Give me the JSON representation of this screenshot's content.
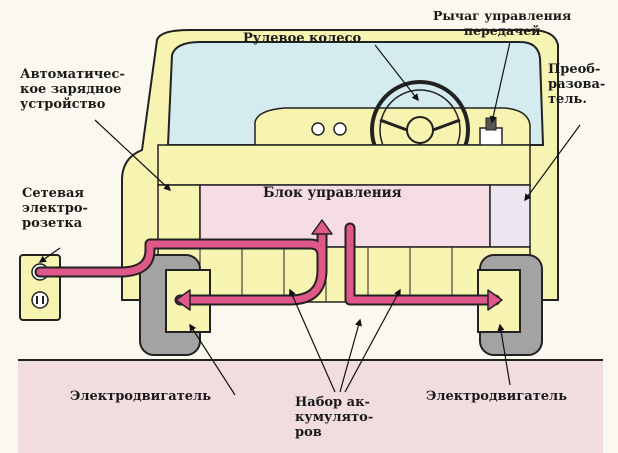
{
  "labels": {
    "steering_wheel": "Рулевое колесо",
    "gear_lever": "Рычаг управления\nпередачей",
    "auto_charger": "Автоматичес-\nкое зарядное\nустройство",
    "converter": "Преоб-\nразова-\nтель.",
    "control_unit": "Блок управления",
    "outlet": "Сетевая\nэлектро-\nрозетка",
    "motor_left": "Электродвигатель",
    "motor_right": "Электродвигатель",
    "battery_pack": "Набор ак-\nкумулято-\nров"
  },
  "colors": {
    "body": "#f7f3b0",
    "glass": "#d4ecf0",
    "control_unit": "#f6dce4",
    "flow": "#e0578a",
    "ground": "#f1dde0",
    "tire": "#a3a3a3"
  }
}
